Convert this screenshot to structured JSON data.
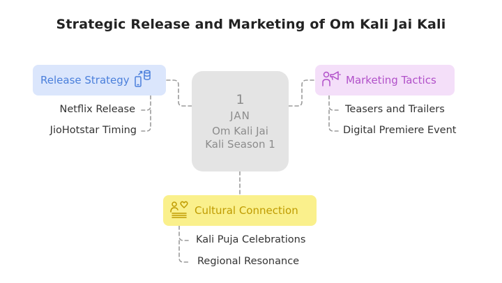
{
  "title": "Strategic Release and Marketing of Om Kali Jai Kali",
  "center": {
    "day": "1",
    "month": "JAN",
    "event": "Om Kali Jai Kali Season 1"
  },
  "branches": {
    "release": {
      "label": "Release Strategy",
      "icon": "phone-database-icon",
      "items": [
        "Netflix Release",
        "JioHotstar Timing"
      ]
    },
    "marketing": {
      "label": "Marketing Tactics",
      "icon": "person-megaphone-icon",
      "items": [
        "Teasers and Trailers",
        "Digital Premiere Event"
      ]
    },
    "cultural": {
      "label": "Cultural Connection",
      "icon": "people-heart-icon",
      "items": [
        "Kali Puja Celebrations",
        "Regional Resonance"
      ]
    }
  },
  "colors": {
    "release_bg": "#dbe6fc",
    "release_text": "#4a7fdb",
    "marketing_bg": "#f4dff9",
    "marketing_text": "#b150c9",
    "cultural_bg": "#faf08c",
    "cultural_text": "#bf9b00",
    "center_bg": "#e4e4e4",
    "center_text": "#8c8c8c",
    "connector": "#9a9a9a"
  }
}
